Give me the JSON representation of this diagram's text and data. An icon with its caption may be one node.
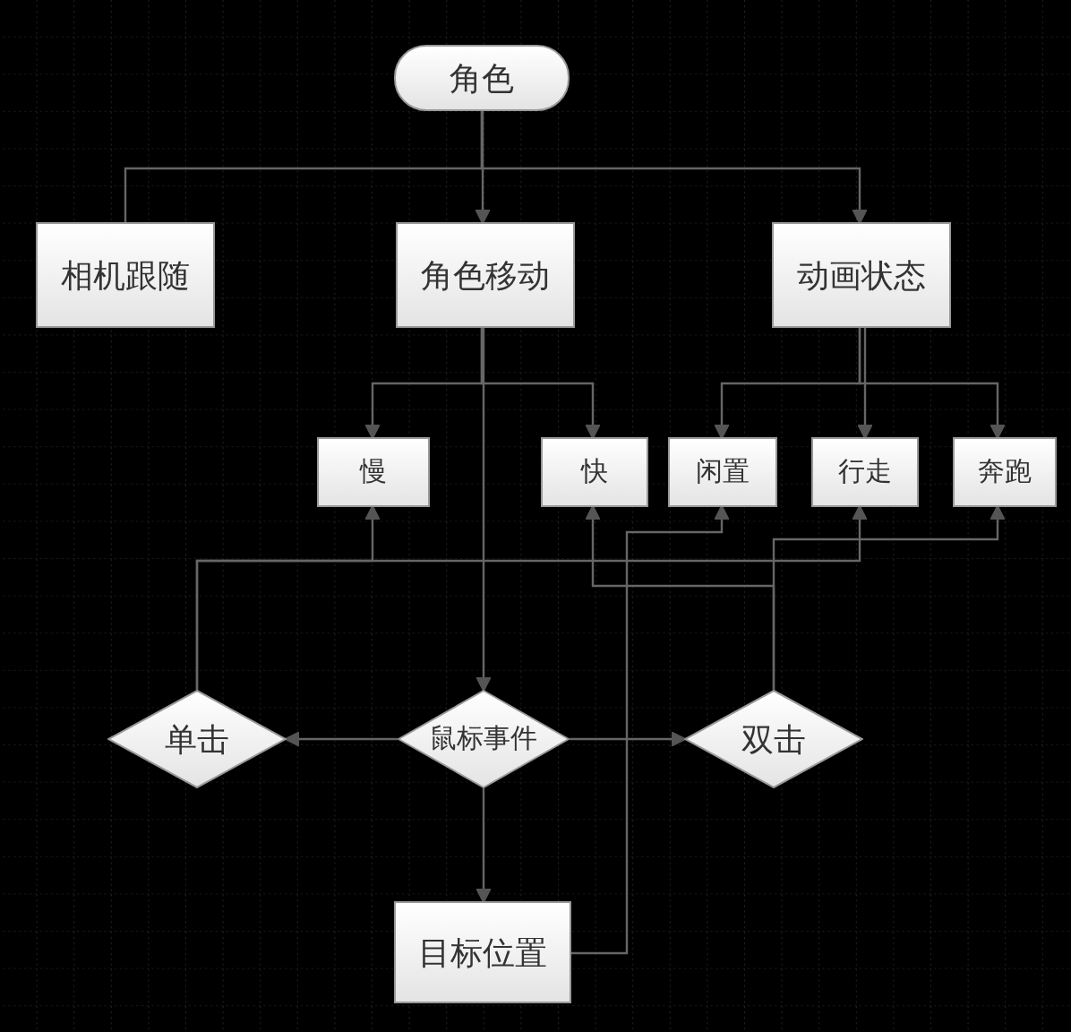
{
  "diagram": {
    "nodes": [
      {
        "text": [
          "角色"
        ]
      },
      {
        "text": [
          "相机跟随"
        ]
      },
      {
        "text": [
          "角色移动"
        ]
      },
      {
        "text": [
          "动画状态"
        ]
      },
      {
        "text": [
          "慢"
        ]
      },
      {
        "text": [
          "快"
        ]
      },
      {
        "text": [
          "闲置"
        ]
      },
      {
        "text": [
          "行走"
        ]
      },
      {
        "text": [
          "奔跑"
        ]
      },
      {
        "text": [
          "单击"
        ]
      },
      {
        "text": [
          "鼠标事件"
        ]
      },
      {
        "text": [
          "双击"
        ]
      },
      {
        "text": [
          "目标位置"
        ]
      }
    ],
    "edges": [
      {
        "from": 0,
        "to": 1,
        "arrow": "none"
      },
      {
        "from": 0,
        "to": 2,
        "arrow": "to"
      },
      {
        "from": 0,
        "to": 3,
        "arrow": "to"
      },
      {
        "from": 2,
        "to": 4,
        "arrow": "to"
      },
      {
        "from": 2,
        "to": 5,
        "arrow": "to"
      },
      {
        "from": 3,
        "to": 6,
        "arrow": "to"
      },
      {
        "from": 3,
        "to": 7,
        "arrow": "to"
      },
      {
        "from": 3,
        "to": 8,
        "arrow": "to"
      },
      {
        "from": 2,
        "to": 10,
        "arrow": "to"
      },
      {
        "from": 10,
        "to": 9,
        "arrow": "to"
      },
      {
        "from": 10,
        "to": 11,
        "arrow": "to"
      },
      {
        "from": 10,
        "to": 12,
        "arrow": "to"
      },
      {
        "from": 9,
        "to": 4,
        "arrow": "to"
      },
      {
        "from": 9,
        "to": 7,
        "arrow": "to"
      },
      {
        "from": 11,
        "to": 5,
        "arrow": "to"
      },
      {
        "from": 11,
        "to": 8,
        "arrow": "to"
      },
      {
        "from": 12,
        "to": 6,
        "arrow": "to"
      }
    ]
  }
}
